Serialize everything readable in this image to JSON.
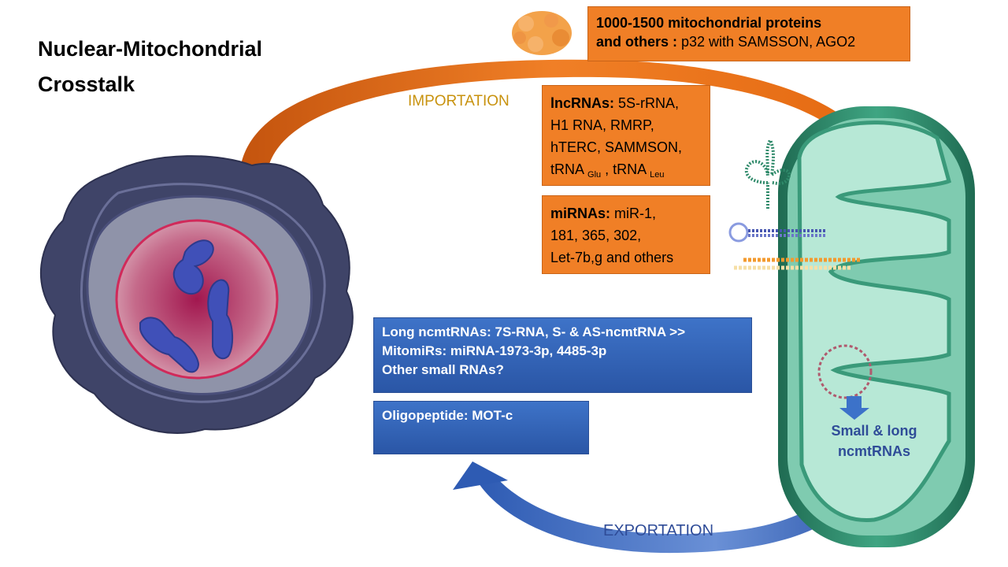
{
  "title": {
    "line1": "Nuclear-Mitochondrial",
    "line2": "Crosstalk"
  },
  "proteins_box": {
    "line1_bold": "1000-1500  mitochondrial proteins",
    "line2_bold": "and others :",
    "line2_rest": " p32 with SAMSSON, AGO2"
  },
  "importation_label": "IMPORTATION",
  "exportation_label": "EXPORTATION",
  "lncrnas_box": {
    "head": "lncRNAs:",
    "line1_rest": " 5S-rRNA,",
    "line2": "H1 RNA, RMRP,",
    "line3": "hTERC, SAMMSON,",
    "trna_a": "tRNA ",
    "trna_a_sub": "Glu",
    "separator": " , ",
    "trna_b": "tRNA ",
    "trna_b_sub": "Leu"
  },
  "mirnas_box": {
    "head": "miRNAs:",
    "line1_rest": " miR-1,",
    "line2": "181, 365, 302,",
    "line3": "Let-7b,g and others"
  },
  "export_box": {
    "line1": "Long ncmtRNAs: 7S-RNA, S- & AS-ncmtRNA >>",
    "line2": "MitomiRs: miRNA-1973-3p, 4485-3p",
    "line3": "Other small RNAs?"
  },
  "oligo_box": {
    "line1": "Oligopeptide: MOT-c"
  },
  "mito_label": {
    "line1": "Small & long",
    "line2": "ncmtRNAs"
  },
  "colors": {
    "orange": "#f07f26",
    "blue": "#3465b8",
    "import_label": "#c8920e",
    "export_label": "#2f4c98",
    "mito_green": "#2f8a6a",
    "matrix": "#b7e8d6"
  }
}
